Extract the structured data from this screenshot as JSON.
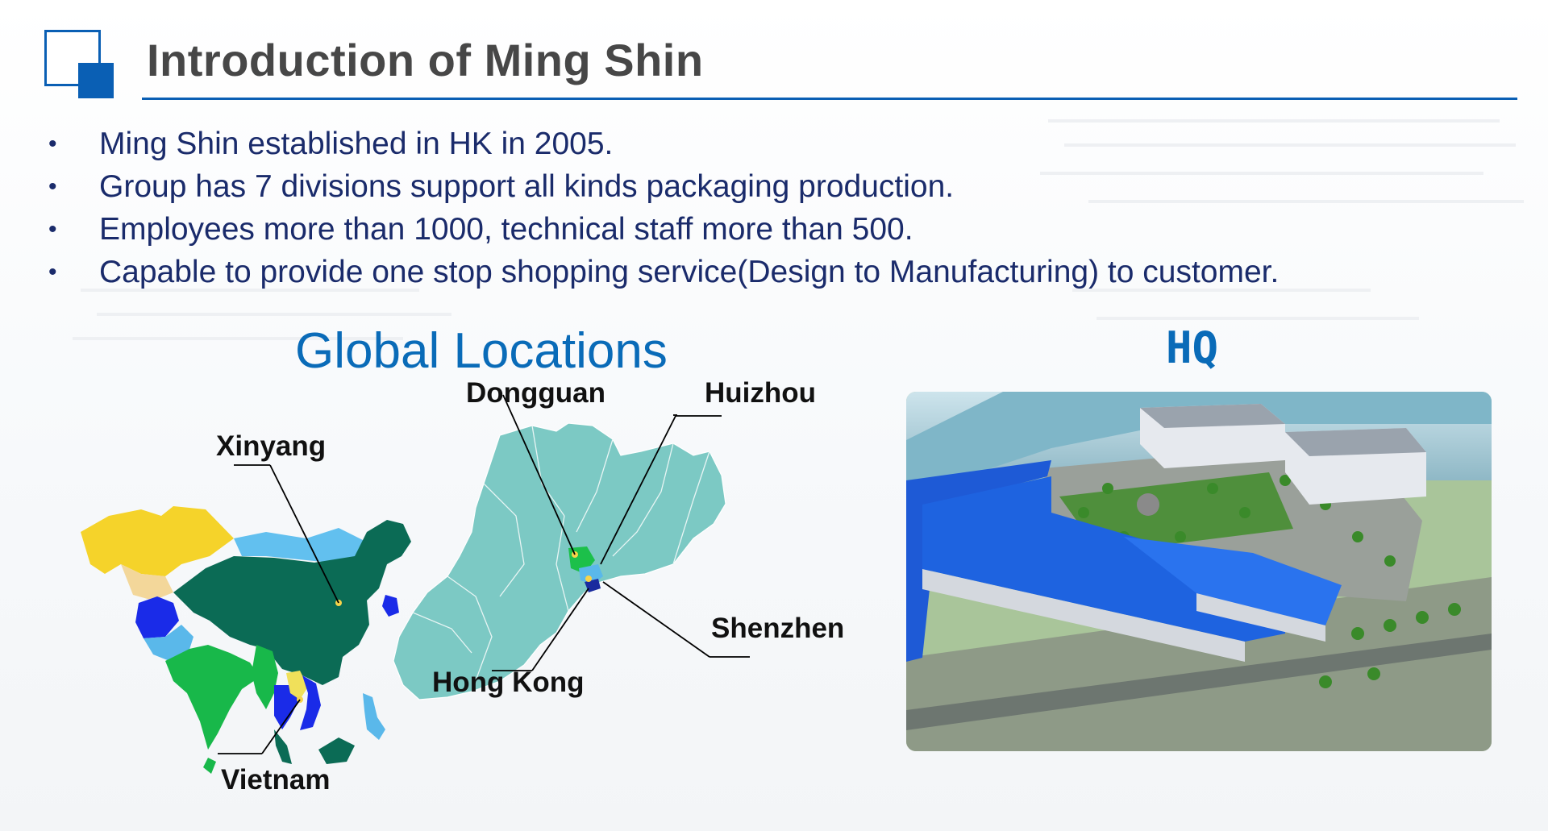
{
  "header": {
    "title": "Introduction of Ming Shin"
  },
  "bullets": [
    {
      "marker": "•",
      "text": "Ming Shin established in HK in 2005."
    },
    {
      "marker": "•",
      "text": "Group has 7 divisions support all kinds packaging production."
    },
    {
      "marker": "•",
      "text": "Employees more than 1000, technical staff more than 500."
    },
    {
      "marker": "•",
      "text": "Capable to provide one stop shopping service(Design to Manufacturing) to customer."
    }
  ],
  "locations": {
    "heading": "Global Locations",
    "cities": {
      "dongguan": "Dongguan",
      "huizhou": "Huizhou",
      "xinyang": "Xinyang",
      "shenzhen": "Shenzhen",
      "hong_kong": "Hong Kong",
      "vietnam": "Vietnam"
    }
  },
  "hq": {
    "heading": "HQ"
  },
  "colors": {
    "brand_blue": "#0a5fb4",
    "heading_blue": "#0a6bb8",
    "bullet_text": "#1a2b6b",
    "china_green": "#0b6b55",
    "guangdong_teal": "#7cc9c4"
  }
}
